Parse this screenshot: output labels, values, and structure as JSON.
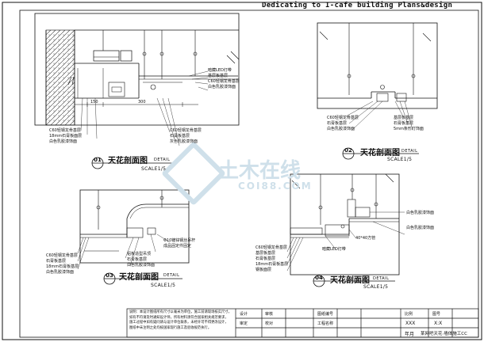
{
  "header": {
    "text": "Dedicating to I-cafe building Plans&design"
  },
  "watermark": {
    "cn": "土木在线",
    "en": "COI88.COM"
  },
  "details": [
    {
      "num": "01",
      "title": "天花剖面图",
      "tag": "DETAIL",
      "scale": "SCALE1/5",
      "dims": [
        "150",
        "300"
      ],
      "notes_left": [
        "C60轻钢龙骨基层",
        "18mm石膏板面层",
        "白色乳胶漆饰面"
      ],
      "notes_mid": [
        "C60轻钢龙骨基层",
        "石膏板基层",
        "灰色乳胶漆饰面"
      ],
      "notes_top": [
        "暗藏LED灯带",
        "基层板基层",
        "C60轻钢龙骨基层",
        "白色乳胶漆饰面"
      ]
    },
    {
      "num": "02",
      "title": "天花剖面图",
      "tag": "DETAIL",
      "scale": "SCALE1/5",
      "notes_left": [
        "C60轻钢龙骨基层",
        "石膏板基层",
        "白色乳胶漆饰面"
      ],
      "notes_right": [
        "基层板基层",
        "石膏板基层",
        "5mm条形灯饰面"
      ]
    },
    {
      "num": "03",
      "title": "天花剖面图",
      "tag": "DETAIL",
      "scale": "SCALE1/5",
      "notes_left": [
        "C60轻钢龙骨基层",
        "石膏板基层",
        "18mm石膏板基层",
        "白色乳胶漆饰面"
      ],
      "notes_mid": [
        "铝板造型吊顶",
        "石膏板基层",
        "白色乳胶漆饰面"
      ],
      "notes_right": [
        "Φ10镀锌钢丝吊杆",
        "成品固定件固定"
      ]
    },
    {
      "num": "04",
      "title": "天花剖面图",
      "tag": "DETAIL",
      "scale": "SCALE1/5",
      "notes_left": [
        "C60轻钢龙骨基层",
        "基层板基层",
        "石膏板基层",
        "18mm石膏板基层",
        "钢板面层"
      ],
      "notes_mid": [
        "暗藏LED灯带",
        "40*40方管"
      ],
      "notes_right": [
        "白色乳胶漆饰面",
        "白色乳胶漆饰面"
      ]
    }
  ],
  "title_block": {
    "notes": [
      "说明：本设计图纸所有尺寸以毫米为单位，施工前请现场核实尺寸，",
      "如有不符请及时通知设计师，所有材料须符合国家相关规范要求，",
      "施工过程中如有疑问请与设计单位联系，未经许可不得更改设计，",
      "图纸中未注明之处均按国家现行施工及验收规范执行。"
    ],
    "cells": [
      "设计",
      "审核",
      "审定",
      "校对",
      "XXX",
      "X:X",
      "年月",
      "图纸编号",
      "工程名称",
      "比例",
      "图号"
    ],
    "project": "某网吧天花·墙体施工CC"
  }
}
